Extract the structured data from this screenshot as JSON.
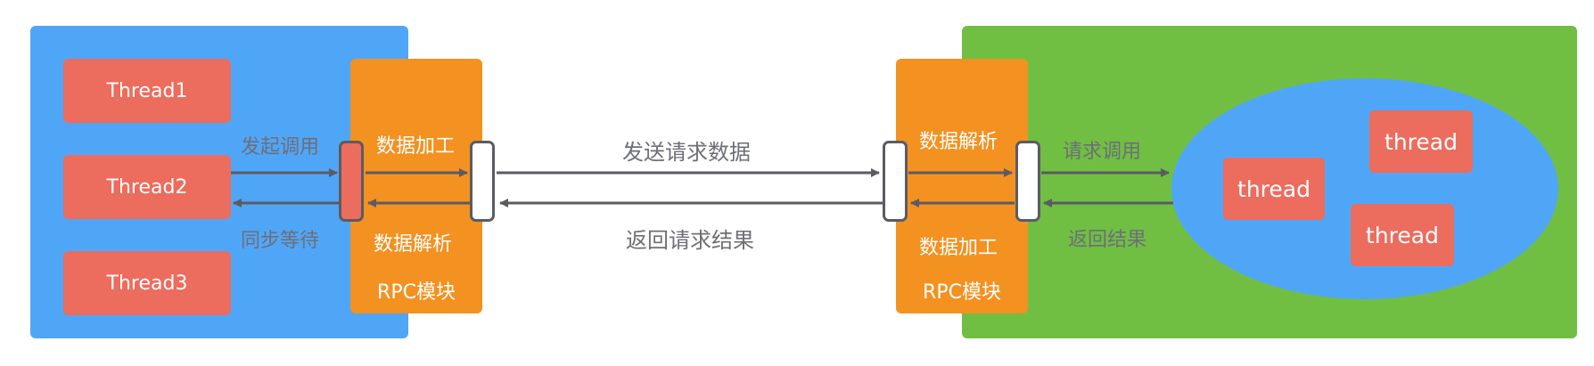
{
  "left_panel": {
    "threads": [
      "Thread1",
      "Thread2",
      "Thread3"
    ],
    "call_label": "发起调用",
    "wait_label": "同步等待",
    "rpc_process_label": "数据加工",
    "rpc_parse_label": "数据解析",
    "rpc_title": "RPC模块"
  },
  "network": {
    "send_label": "发送请求数据",
    "return_label": "返回请求结果"
  },
  "right_panel": {
    "rpc_parse_label": "数据解析",
    "rpc_process_label": "数据加工",
    "rpc_title": "RPC模块",
    "request_call_label": "请求调用",
    "return_result_label": "返回结果",
    "pool_threads": [
      "thread",
      "thread",
      "thread"
    ]
  },
  "colors": {
    "client_panel": "#50a6f6",
    "server_panel": "#70bf43",
    "rpc_module": "#f39121",
    "thread": "#ec6c5d",
    "arrow": "#5b5b63",
    "label_gray": "#6e6e78"
  }
}
